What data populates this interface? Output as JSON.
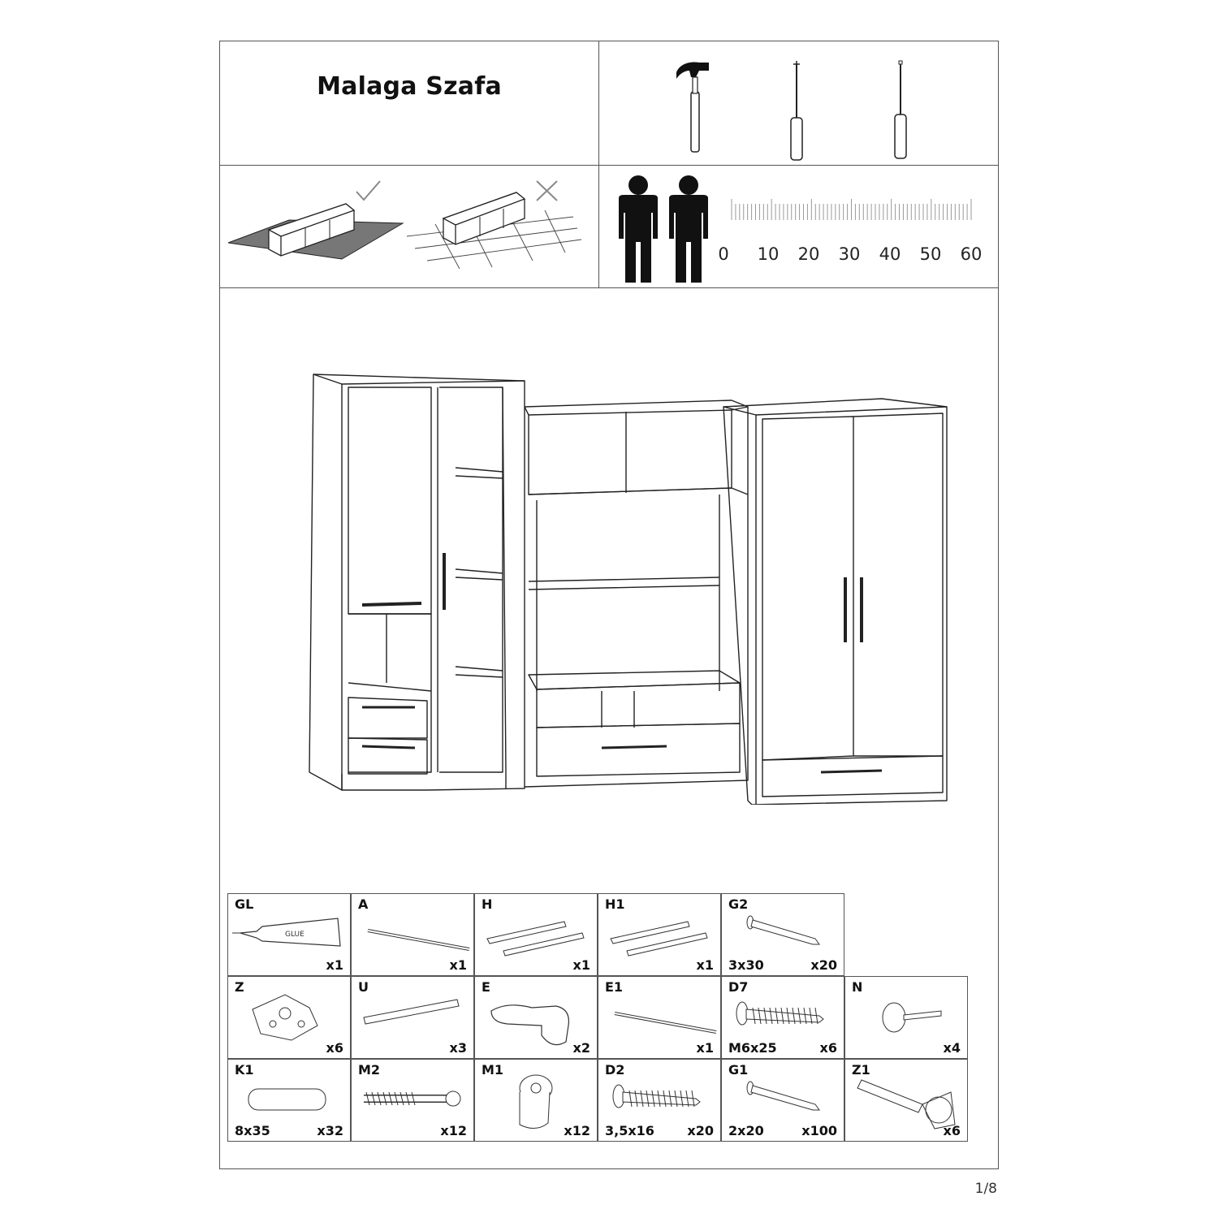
{
  "header": {
    "title": "Malaga Szafa"
  },
  "tools": [
    {
      "icon": "hammer-icon"
    },
    {
      "icon": "phillips-screwdriver-icon"
    },
    {
      "icon": "flat-screwdriver-icon"
    }
  ],
  "surface": [
    {
      "icon": "soft-surface-icon",
      "mark": "check-icon"
    },
    {
      "icon": "hard-floor-icon",
      "mark": "cross-icon"
    }
  ],
  "people": {
    "icon": "two-persons-icon"
  },
  "time_scale": {
    "ticks": [
      "0",
      "10",
      "20",
      "30",
      "40",
      "50",
      "60"
    ]
  },
  "product": {
    "icon": "wall-unit-illustration"
  },
  "parts": [
    {
      "code": "GL",
      "size": "",
      "qty": "x1",
      "icon": "glue-tube-icon",
      "glue_text": "GLUE"
    },
    {
      "code": "A",
      "size": "",
      "qty": "x1",
      "icon": "rod-icon"
    },
    {
      "code": "H",
      "size": "",
      "qty": "x1",
      "icon": "drawer-rails-icon"
    },
    {
      "code": "H1",
      "size": "",
      "qty": "x1",
      "icon": "drawer-rails-icon"
    },
    {
      "code": "G2",
      "size": "3x30",
      "qty": "x20",
      "icon": "nail-icon"
    },
    {
      "code": "Z",
      "size": "",
      "qty": "x6",
      "icon": "hinge-plate-icon"
    },
    {
      "code": "U",
      "size": "",
      "qty": "x3",
      "icon": "strip-icon"
    },
    {
      "code": "E",
      "size": "",
      "qty": "x2",
      "icon": "rod-holder-icon"
    },
    {
      "code": "E1",
      "size": "",
      "qty": "x1",
      "icon": "rod-icon"
    },
    {
      "code": "D7",
      "size": "M6x25",
      "qty": "x6",
      "icon": "screw-icon"
    },
    {
      "code": "N",
      "size": "",
      "qty": "x4",
      "icon": "foot-glide-icon"
    },
    {
      "code": "K1",
      "size": "8x35",
      "qty": "x32",
      "icon": "dowel-icon"
    },
    {
      "code": "M2",
      "size": "",
      "qty": "x12",
      "icon": "cam-bolt-icon"
    },
    {
      "code": "M1",
      "size": "",
      "qty": "x12",
      "icon": "cam-lock-icon"
    },
    {
      "code": "D2",
      "size": "3,5x16",
      "qty": "x20",
      "icon": "screw-icon"
    },
    {
      "code": "G1",
      "size": "2x20",
      "qty": "x100",
      "icon": "nail-icon"
    },
    {
      "code": "Z1",
      "size": "",
      "qty": "x6",
      "icon": "hinge-icon"
    }
  ],
  "footer": {
    "page": "1/8"
  }
}
